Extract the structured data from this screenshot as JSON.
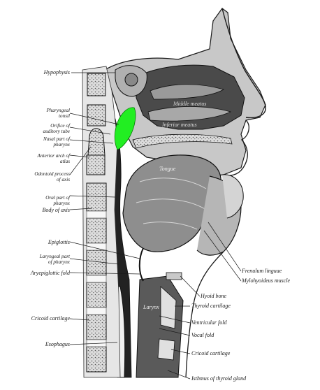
{
  "figure": {
    "labels_left": {
      "hypophysis": "Hypophysis",
      "pharyngeal_tonsil": "Pharyngeal\ntonsil",
      "orifice_auditory_tube": "Orifice of\nauditory tube",
      "nasal_part_pharynx": "Nasal part of\npharynx",
      "anterior_arch_atlas": "Anterior arch of\natlas",
      "odontoid_process": "Odontoid process\nof axis",
      "oral_part_pharynx": "Oral part of\npharynx",
      "body_of_axis": "Body of axis",
      "epiglottis": "Epiglottis",
      "laryngeal_part_pharynx": "Laryngeal part\nof pharynx",
      "aryepiglottic_fold": "Aryepiglottic fold",
      "cricoid_cartilage": "Cricoid cartilage",
      "esophagus": "Esophagus"
    },
    "labels_right": {
      "frenulum_linguae": "Frenulum linguae",
      "mylohyoideus": "Mylohyoideus muscle",
      "hyoid_bone": "Hyoid bone",
      "thyroid_cartilage": "Thyroid cartilage",
      "ventricular_fold": "Ventricular fold",
      "vocal_fold": "Vocal fold",
      "cricoid_cartilage_r": "Cricoid cartilage",
      "isthmus_thyroid": "Isthmus of thyroid gland"
    },
    "labels_inside": {
      "middle_meatus": "Middle meatus",
      "inferior_meatus": "Inferior meatus",
      "tongue": "Tongue",
      "larynx": "Larynx"
    },
    "colors": {
      "highlight": "#22ee22",
      "ink": "#1a1a1a"
    }
  }
}
